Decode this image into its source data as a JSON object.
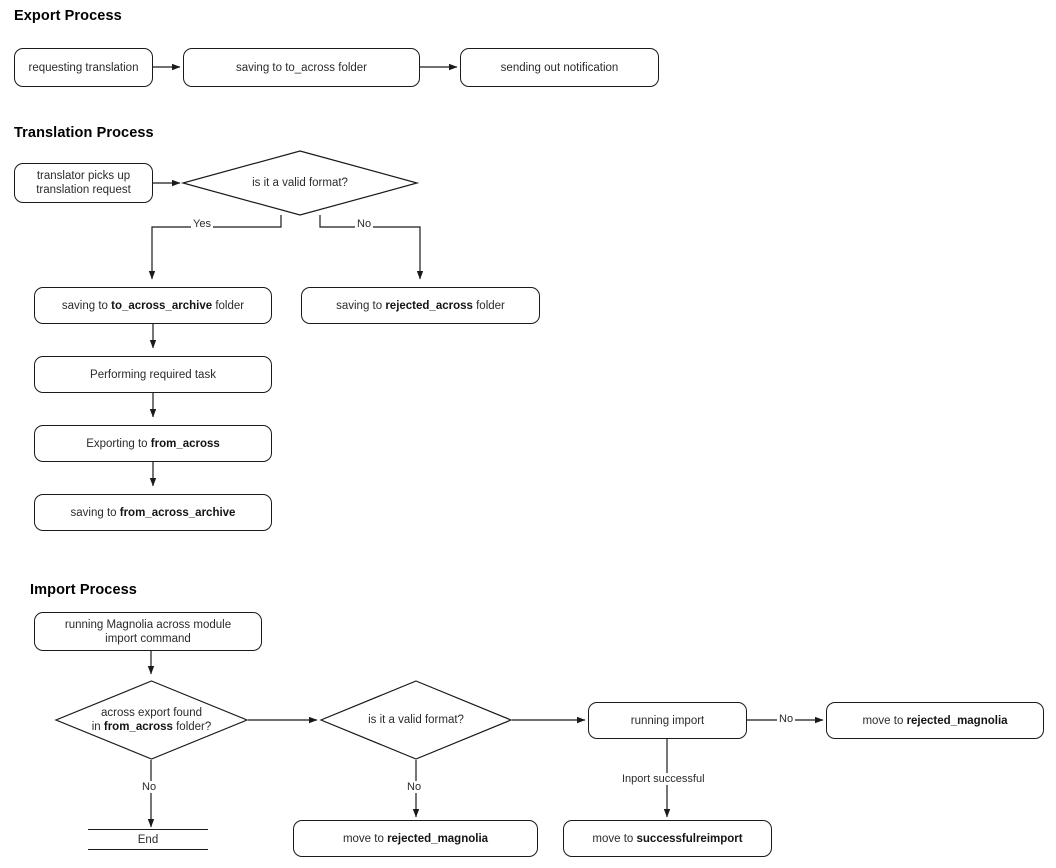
{
  "diagram": {
    "title_export": "Export Process",
    "title_translation": "Translation Process",
    "title_import": "Import Process"
  },
  "export_process": {
    "nodes": [
      {
        "id": "requesting-translation",
        "label": "requesting translation"
      },
      {
        "id": "saving-to-across",
        "label_pre": "saving to to_across folder"
      },
      {
        "id": "sending-notification",
        "label": "sending out notification"
      }
    ]
  },
  "translation_process": {
    "translator_pickup_line1": "translator picks up",
    "translator_pickup_line2": "translation request",
    "decision_valid_format": "is it a valid format?",
    "branch_yes": "Yes",
    "branch_no": "No",
    "saving_to_across_archive_pre": "saving to ",
    "saving_to_across_archive_bold": "to_across_archive",
    "saving_to_across_archive_post": " folder",
    "saving_rejected_across_pre": "saving to ",
    "saving_rejected_across_bold": "rejected_across",
    "saving_rejected_across_post": " folder",
    "performing_task": "Performing required task",
    "exporting_pre": "Exporting to ",
    "exporting_bold": "from_across",
    "saving_from_archive_pre": "saving to ",
    "saving_from_archive_bold": "from_across_archive"
  },
  "import_process": {
    "run_command_line1": "running Magnolia across module",
    "run_command_line2": "import command",
    "decision_found_line1": "across export found",
    "decision_found_line2_pre": "in ",
    "decision_found_line2_bold": "from_across",
    "decision_found_line2_post": " folder?",
    "decision_valid_format": "is it a valid format?",
    "running_import": "running import",
    "label_no_1": "No",
    "label_no_2": "No",
    "label_no_3": "No",
    "label_import_successful": "Inport successful",
    "end_label": "End",
    "move_rejected_magnolia_left_pre": "move to ",
    "move_rejected_magnolia_left_bold": "rejected_magnolia",
    "move_rejected_magnolia_right_pre": "move to ",
    "move_rejected_magnolia_right_bold": "rejected_magnolia",
    "move_successful_pre": "move to ",
    "move_successful_bold": "successfulreimport"
  },
  "colors": {
    "stroke": "#1a1a1a",
    "text": "#2b2b2b",
    "background": "#ffffff"
  }
}
